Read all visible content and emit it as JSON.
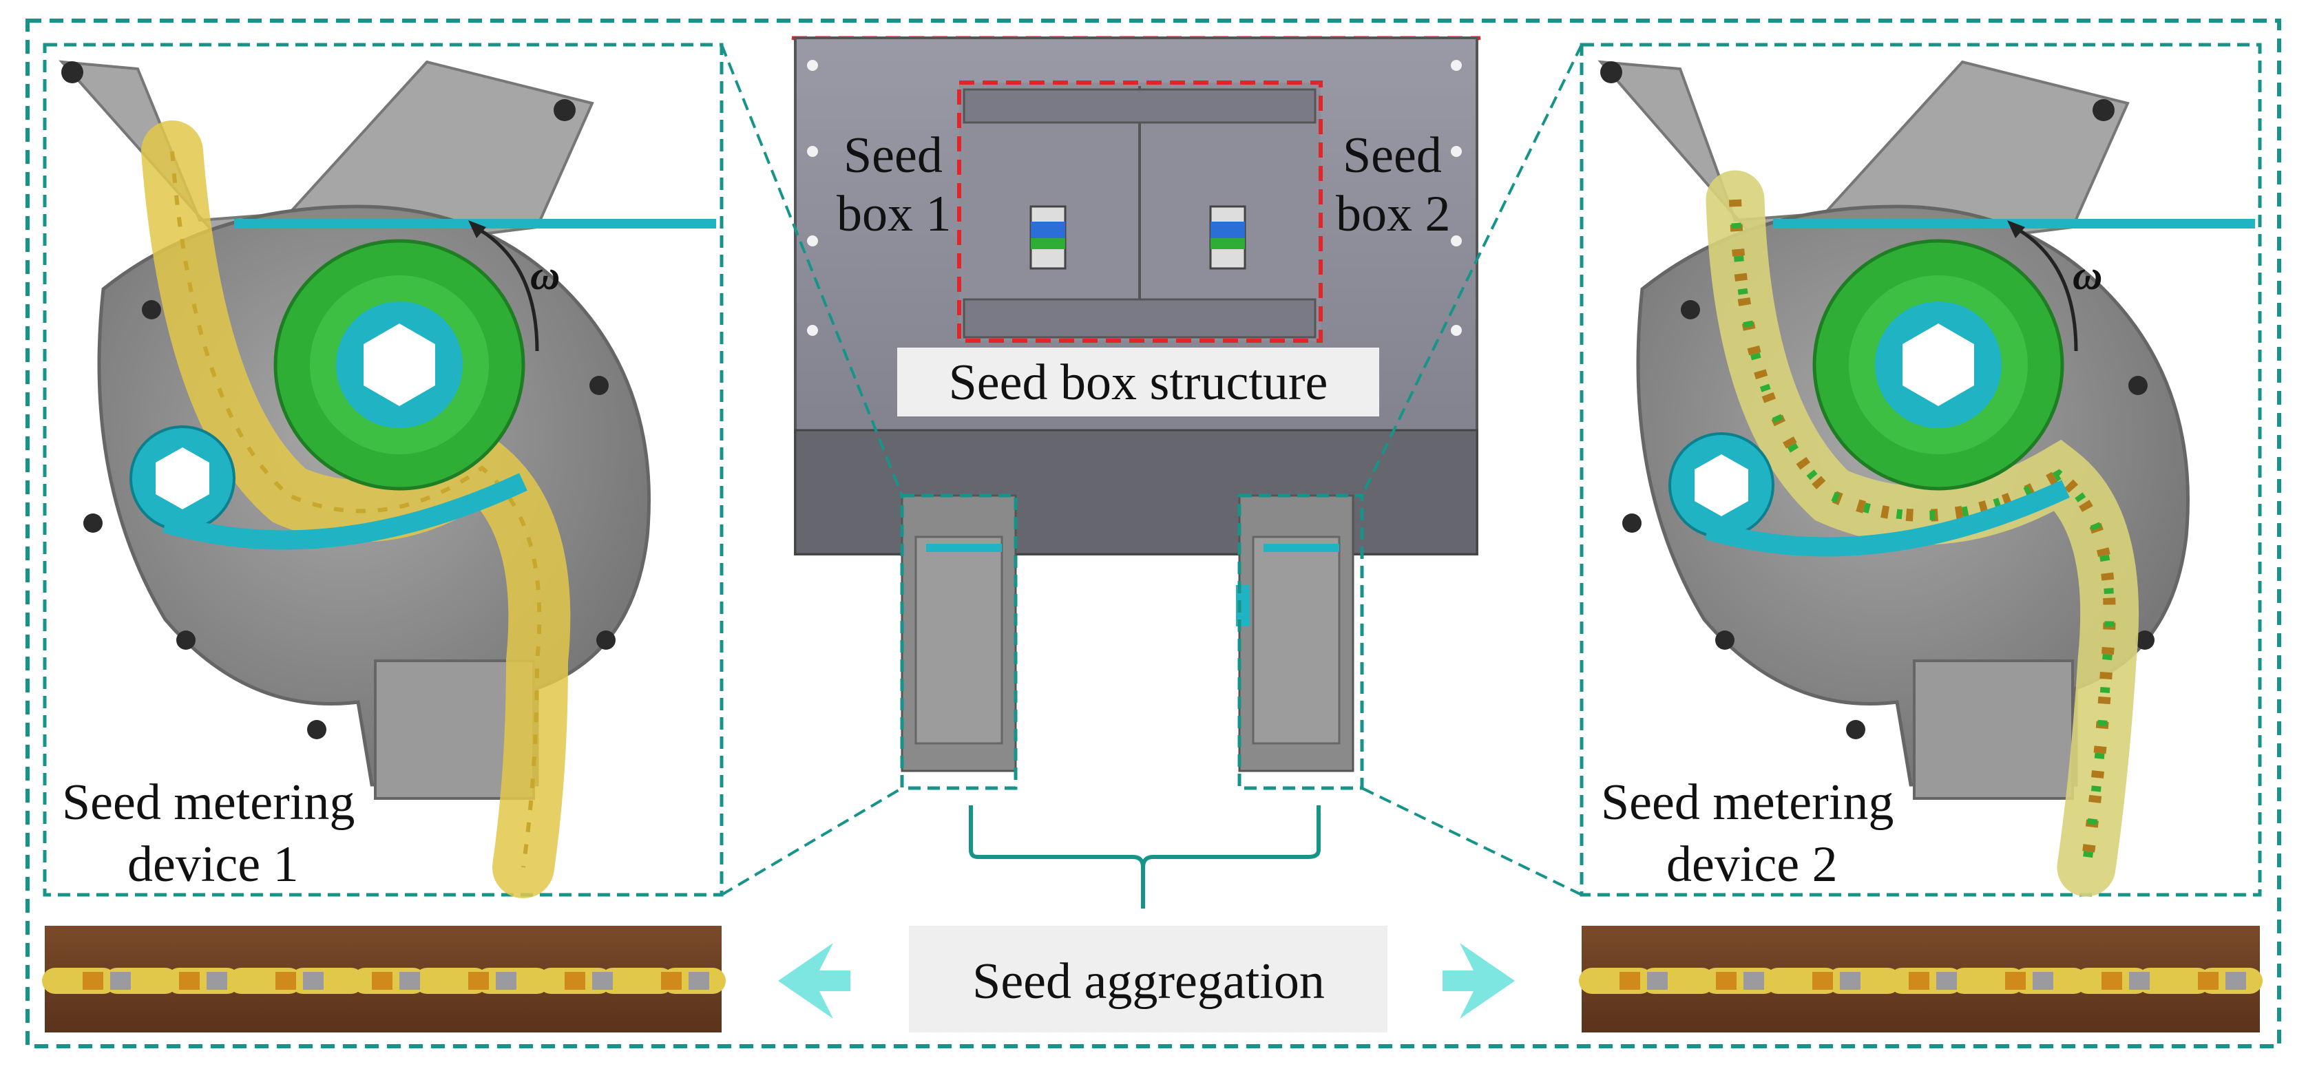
{
  "labels": {
    "seed_box_1_line1": "Seed",
    "seed_box_1_line2": "box 1",
    "seed_box_2_line1": "Seed",
    "seed_box_2_line2": "box 2",
    "seed_box_structure": "Seed box structure",
    "metering_1_line1": "Seed metering",
    "metering_1_line2": "device 1",
    "metering_2_line1": "Seed metering",
    "metering_2_line2": "device 2",
    "seed_aggregation": "Seed aggregation",
    "omega_left": "ω",
    "omega_right": "ω"
  },
  "colors": {
    "frame_teal": "#17948a",
    "highlight_red": "#e0262a",
    "gear_green": "#2fae35",
    "ring_cyan": "#1fb3c4",
    "housing_gray": "#8c8c8c",
    "seed_yellow": "#e2c84a",
    "arrow_cyan": "#7ee6e0",
    "soil_brown": "#6b3f22",
    "label_bg": "#efefef"
  }
}
